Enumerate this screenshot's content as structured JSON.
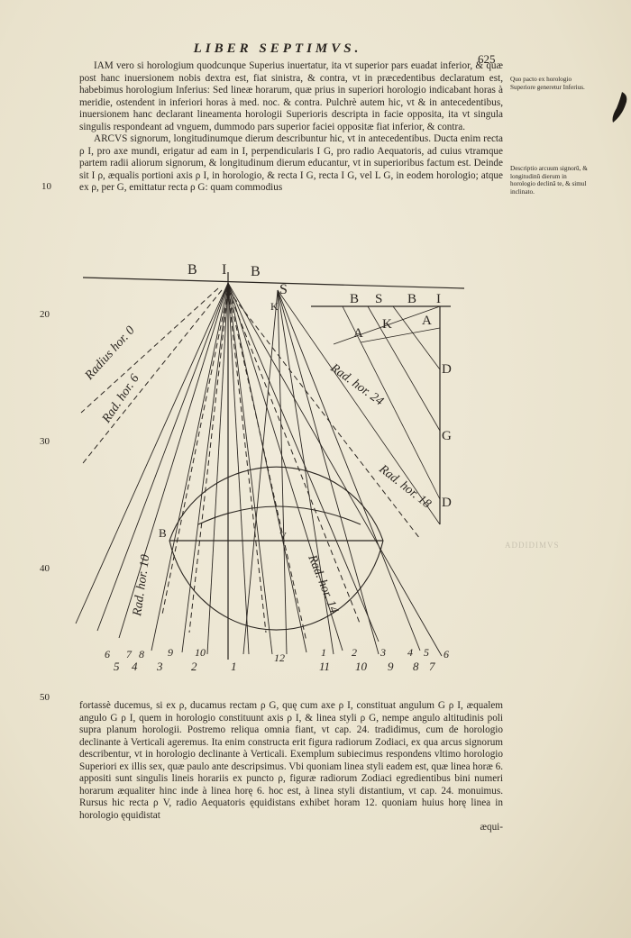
{
  "header": {
    "title": "LIBER SEPTIMVS.",
    "page_number": "625"
  },
  "margin_notes": [
    "Quo pacto ex horologio Superiore generetur Inferius.",
    "Descriptio arcuum signorū, & longitudinū dierum in horologio declinā te, & simul inclinato."
  ],
  "line_numbers": [
    "10",
    "20",
    "30",
    "40",
    "50"
  ],
  "paragraphs_top": [
    "IAM vero si horologium quodcunque Superius inuertatur, ita vt superior pars euadat inferior, & quæ post hanc inuersionem nobis dextra est, fiat sinistra, & contra, vt in præcedentibus declaratum est, habebimus horologium Inferius: Sed lineæ horarum, quæ prius in superiori horologio indicabant horas à meridie, ostendent in inferiori horas à med. noc. & contra. Pulchrè autem hic, vt & in antecedentibus, inuersionem hanc declarant lineamenta horologii Superioris descripta in facie opposita, ita vt singula singulis respondeant ad vnguem, dummodo pars superior faciei oppositæ fiat inferior, & contra.",
    "ARCVS signorum, longitudinumque dierum describuntur hic, vt in antecedentibus. Ducta enim recta ρ I, pro axe mundi, erigatur ad eam in I, perpendicularis I G, pro radio Aequatoris, ad cuius vtramque partem radii aliorum signorum, & longitudinum dierum educantur, vt in superioribus factum est. Deinde sit I ρ, æqualis portioni axis ρ I, in horologio, & recta I G, recta I G, vel L G, in eodem horologio; atque ex ρ, per G, emittatur recta ρ G: quam commodius"
  ],
  "paragraph_bottom": "fortassè ducemus, si ex ρ, ducamus rectam ρ G, quę cum axe ρ I, constituat angulum G ρ I, æqualem angulo G ρ I, quem in horologio constituunt axis ρ I, & linea styli ρ G, nempe angulo altitudinis poli supra planum horologii. Postremo reliqua omnia fiant, vt cap. 24. tradidimus, cum de horologio declinante à Verticali ageremus. Ita enim constructa erit figura radiorum Zodiaci, ex qua arcus signorum describentur, vt in horologio declinante à Verticali. Exemplum subiecimus respondens vltimo horologio Superiori ex illis sex, quæ paulo ante descripsimus. Vbi quoniam linea styli eadem est, quæ linea horæ 6. appositi sunt singulis lineis horariis ex puncto ρ, figuræ radiorum Zodiaci egredientibus bini numeri horarum æqualiter hinc inde à linea horę 6. hoc est, à linea styli distantium, vt cap. 24. monuimus. Rursus hic recta ρ V, radio Aequatoris ęquidistans exhibet horam 12. quoniam huius horę linea in horologio ęquidistat",
  "catchword": "æqui-",
  "diagram": {
    "labels_top": [
      "B",
      "I",
      "B",
      "S"
    ],
    "labels_right": [
      "B",
      "S",
      "B",
      "I",
      "A",
      "K",
      "A",
      "D",
      "G",
      "D"
    ],
    "label_k": "K",
    "label_b_left": "B",
    "label_v": "V",
    "radius_labels": [
      "Radius hor. 0",
      "Rad. hor. 6",
      "Rad. hor. 24",
      "Rad. hor. 18",
      "Rad. hor. 10",
      "Rad. hor. 14"
    ],
    "hour_numbers_top": [
      "6",
      "7",
      "8",
      "9",
      "10",
      "12",
      "1",
      "2",
      "3",
      "4",
      "5",
      "6"
    ],
    "hour_numbers_bottom": [
      "5",
      "4",
      "3",
      "2",
      "1",
      "11",
      "10",
      "9",
      "8",
      "7"
    ]
  },
  "bleed_text": "ADDIDIMVS"
}
